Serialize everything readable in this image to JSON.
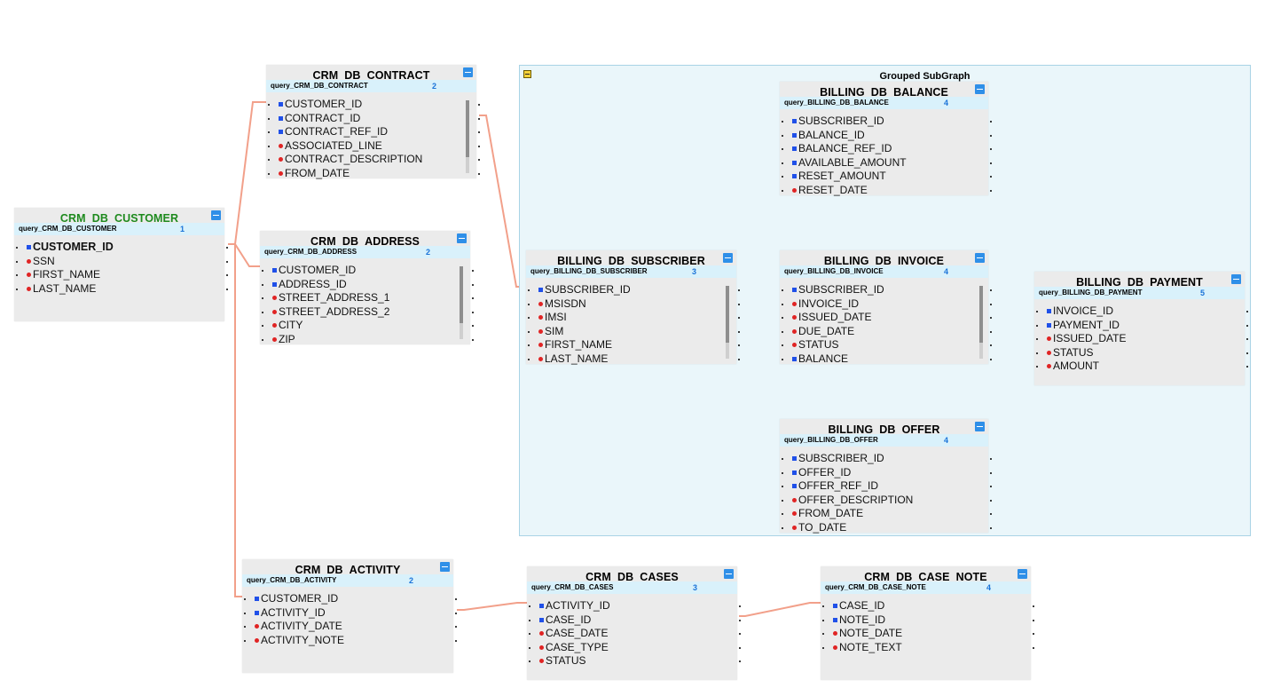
{
  "group": {
    "title": "Grouped SubGraph"
  },
  "colors": {
    "link": "#f2a08a",
    "key_marker": "#2050e8",
    "column_marker": "#e02424",
    "header_band": "#d9f1fb",
    "group_bg": "#eaf6fa"
  },
  "tables": {
    "customer": {
      "title": "CRM_DB_CUSTOMER",
      "query": "query_CRM_DB_CUSTOMER",
      "num": "1",
      "rows": [
        {
          "name": "CUSTOMER_ID",
          "type": "key"
        },
        {
          "name": "SSN",
          "type": "col"
        },
        {
          "name": "FIRST_NAME",
          "type": "col"
        },
        {
          "name": "LAST_NAME",
          "type": "col"
        }
      ]
    },
    "contract": {
      "title": "CRM_DB_CONTRACT",
      "query": "query_CRM_DB_CONTRACT",
      "num": "2",
      "rows": [
        {
          "name": "CUSTOMER_ID",
          "type": "key"
        },
        {
          "name": "CONTRACT_ID",
          "type": "key"
        },
        {
          "name": "CONTRACT_REF_ID",
          "type": "key"
        },
        {
          "name": "ASSOCIATED_LINE",
          "type": "col"
        },
        {
          "name": "CONTRACT_DESCRIPTION",
          "type": "col"
        },
        {
          "name": "FROM_DATE",
          "type": "col"
        }
      ]
    },
    "address": {
      "title": "CRM_DB_ADDRESS",
      "query": "query_CRM_DB_ADDRESS",
      "num": "2",
      "rows": [
        {
          "name": "CUSTOMER_ID",
          "type": "key"
        },
        {
          "name": "ADDRESS_ID",
          "type": "key"
        },
        {
          "name": "STREET_ADDRESS_1",
          "type": "col"
        },
        {
          "name": "STREET_ADDRESS_2",
          "type": "col"
        },
        {
          "name": "CITY",
          "type": "col"
        },
        {
          "name": "ZIP",
          "type": "col"
        }
      ]
    },
    "activity": {
      "title": "CRM_DB_ACTIVITY",
      "query": "query_CRM_DB_ACTIVITY",
      "num": "2",
      "rows": [
        {
          "name": "CUSTOMER_ID",
          "type": "key"
        },
        {
          "name": "ACTIVITY_ID",
          "type": "key"
        },
        {
          "name": "ACTIVITY_DATE",
          "type": "col"
        },
        {
          "name": "ACTIVITY_NOTE",
          "type": "col"
        }
      ]
    },
    "cases": {
      "title": "CRM_DB_CASES",
      "query": "query_CRM_DB_CASES",
      "num": "3",
      "rows": [
        {
          "name": "ACTIVITY_ID",
          "type": "key"
        },
        {
          "name": "CASE_ID",
          "type": "key"
        },
        {
          "name": "CASE_DATE",
          "type": "col"
        },
        {
          "name": "CASE_TYPE",
          "type": "col"
        },
        {
          "name": "STATUS",
          "type": "col"
        }
      ]
    },
    "casenote": {
      "title": "CRM_DB_CASE_NOTE",
      "query": "query_CRM_DB_CASE_NOTE",
      "num": "4",
      "rows": [
        {
          "name": "CASE_ID",
          "type": "key"
        },
        {
          "name": "NOTE_ID",
          "type": "key"
        },
        {
          "name": "NOTE_DATE",
          "type": "col"
        },
        {
          "name": "NOTE_TEXT",
          "type": "col"
        }
      ]
    },
    "subscriber": {
      "title": "BILLING_DB_SUBSCRIBER",
      "query": "query_BILLING_DB_SUBSCRIBER",
      "num": "3",
      "rows": [
        {
          "name": "SUBSCRIBER_ID",
          "type": "key"
        },
        {
          "name": "MSISDN",
          "type": "col"
        },
        {
          "name": "IMSI",
          "type": "col"
        },
        {
          "name": "SIM",
          "type": "col"
        },
        {
          "name": "FIRST_NAME",
          "type": "col"
        },
        {
          "name": "LAST_NAME",
          "type": "col"
        }
      ]
    },
    "balance": {
      "title": "BILLING_DB_BALANCE",
      "query": "query_BILLING_DB_BALANCE",
      "num": "4",
      "rows": [
        {
          "name": "SUBSCRIBER_ID",
          "type": "key"
        },
        {
          "name": "BALANCE_ID",
          "type": "key"
        },
        {
          "name": "BALANCE_REF_ID",
          "type": "key"
        },
        {
          "name": "AVAILABLE_AMOUNT",
          "type": "key"
        },
        {
          "name": "RESET_AMOUNT",
          "type": "key"
        },
        {
          "name": "RESET_DATE",
          "type": "col"
        }
      ]
    },
    "invoice": {
      "title": "BILLING_DB_INVOICE",
      "query": "query_BILLING_DB_INVOICE",
      "num": "4",
      "rows": [
        {
          "name": "SUBSCRIBER_ID",
          "type": "key"
        },
        {
          "name": "INVOICE_ID",
          "type": "col"
        },
        {
          "name": "ISSUED_DATE",
          "type": "col"
        },
        {
          "name": "DUE_DATE",
          "type": "col"
        },
        {
          "name": "STATUS",
          "type": "col"
        },
        {
          "name": "BALANCE",
          "type": "key"
        }
      ]
    },
    "offer": {
      "title": "BILLING_DB_OFFER",
      "query": "query_BILLING_DB_OFFER",
      "num": "4",
      "rows": [
        {
          "name": "SUBSCRIBER_ID",
          "type": "key"
        },
        {
          "name": "OFFER_ID",
          "type": "key"
        },
        {
          "name": "OFFER_REF_ID",
          "type": "key"
        },
        {
          "name": "OFFER_DESCRIPTION",
          "type": "col"
        },
        {
          "name": "FROM_DATE",
          "type": "col"
        },
        {
          "name": "TO_DATE",
          "type": "col"
        }
      ]
    },
    "payment": {
      "title": "BILLING_DB_PAYMENT",
      "query": "query_BILLING_DB_PAYMENT",
      "num": "5",
      "rows": [
        {
          "name": "INVOICE_ID",
          "type": "key"
        },
        {
          "name": "PAYMENT_ID",
          "type": "key"
        },
        {
          "name": "ISSUED_DATE",
          "type": "col"
        },
        {
          "name": "STATUS",
          "type": "col"
        },
        {
          "name": "AMOUNT",
          "type": "col"
        }
      ]
    }
  }
}
